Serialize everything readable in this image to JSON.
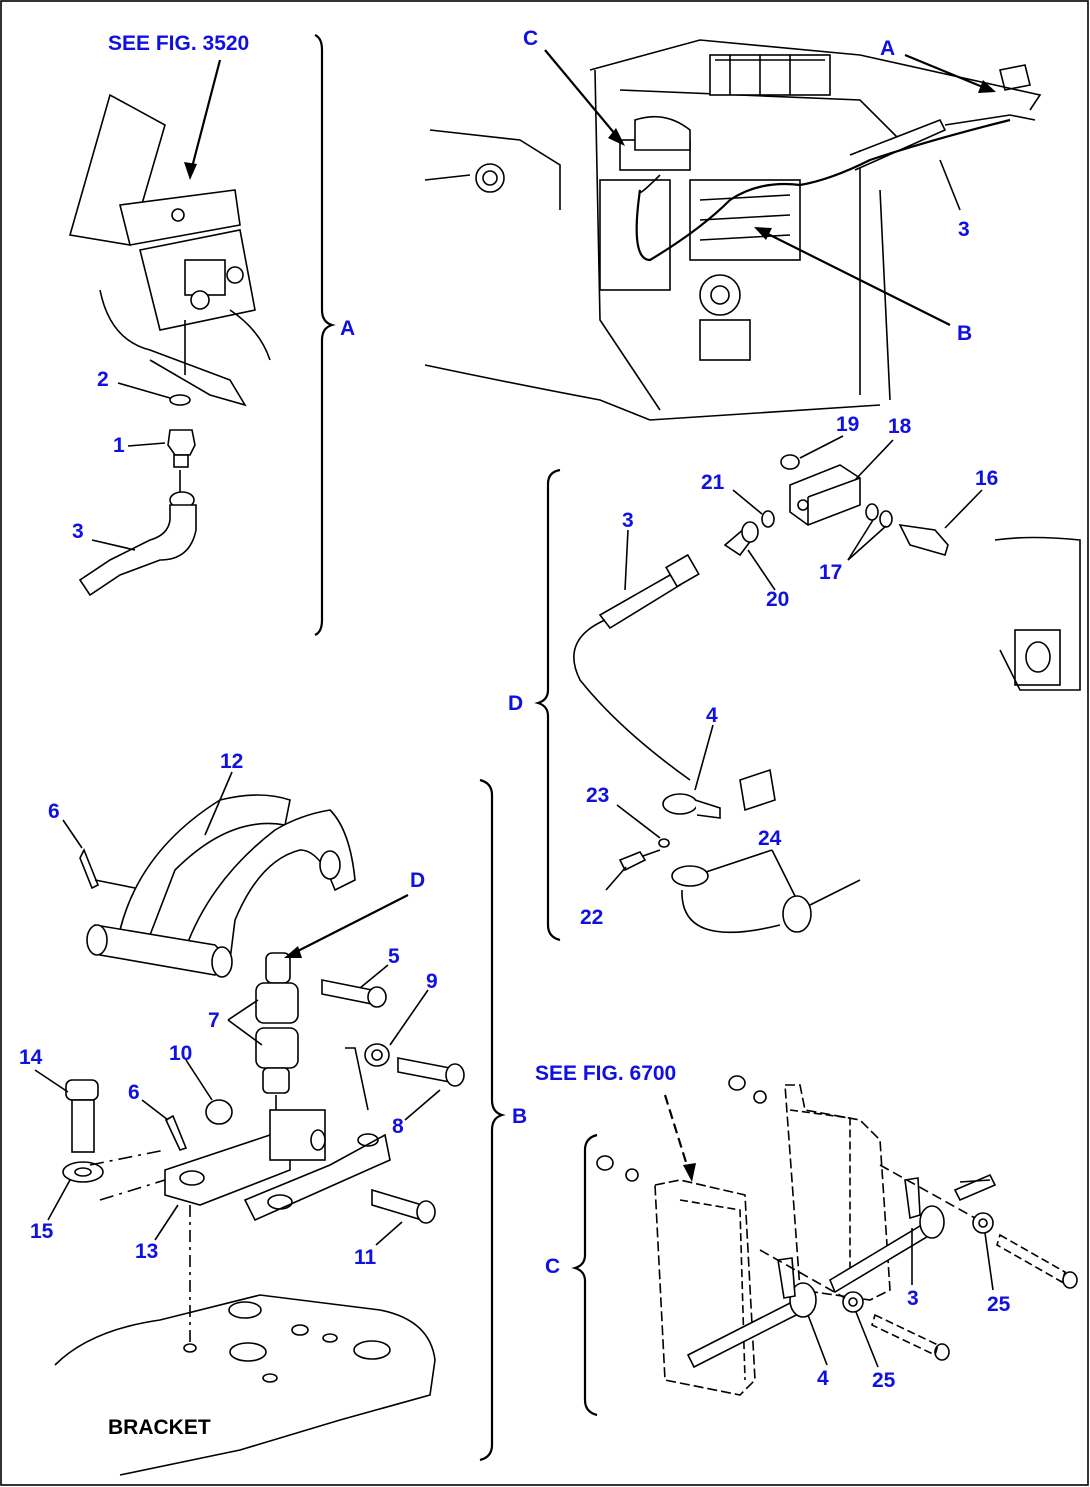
{
  "refs": {
    "see_fig_3520": "SEE FIG. 3520",
    "see_fig_6700": "SEE FIG. 6700"
  },
  "caption": "BRACKET",
  "view_letters": {
    "A": "A",
    "B": "B",
    "C": "C",
    "D": "D"
  },
  "part_numbers": {
    "p1": "1",
    "p2": "2",
    "p3": "3",
    "p4": "4",
    "p5": "5",
    "p6": "6",
    "p7": "7",
    "p8": "8",
    "p9": "9",
    "p10": "10",
    "p11": "11",
    "p12": "12",
    "p13": "13",
    "p14": "14",
    "p15": "15",
    "p16": "16",
    "p17": "17",
    "p18": "18",
    "p19": "19",
    "p20": "20",
    "p21": "21",
    "p22": "22",
    "p23": "23",
    "p24": "24",
    "p25": "25"
  },
  "colors": {
    "label": "#1010e0",
    "line": "#000000",
    "background": "#ffffff"
  }
}
